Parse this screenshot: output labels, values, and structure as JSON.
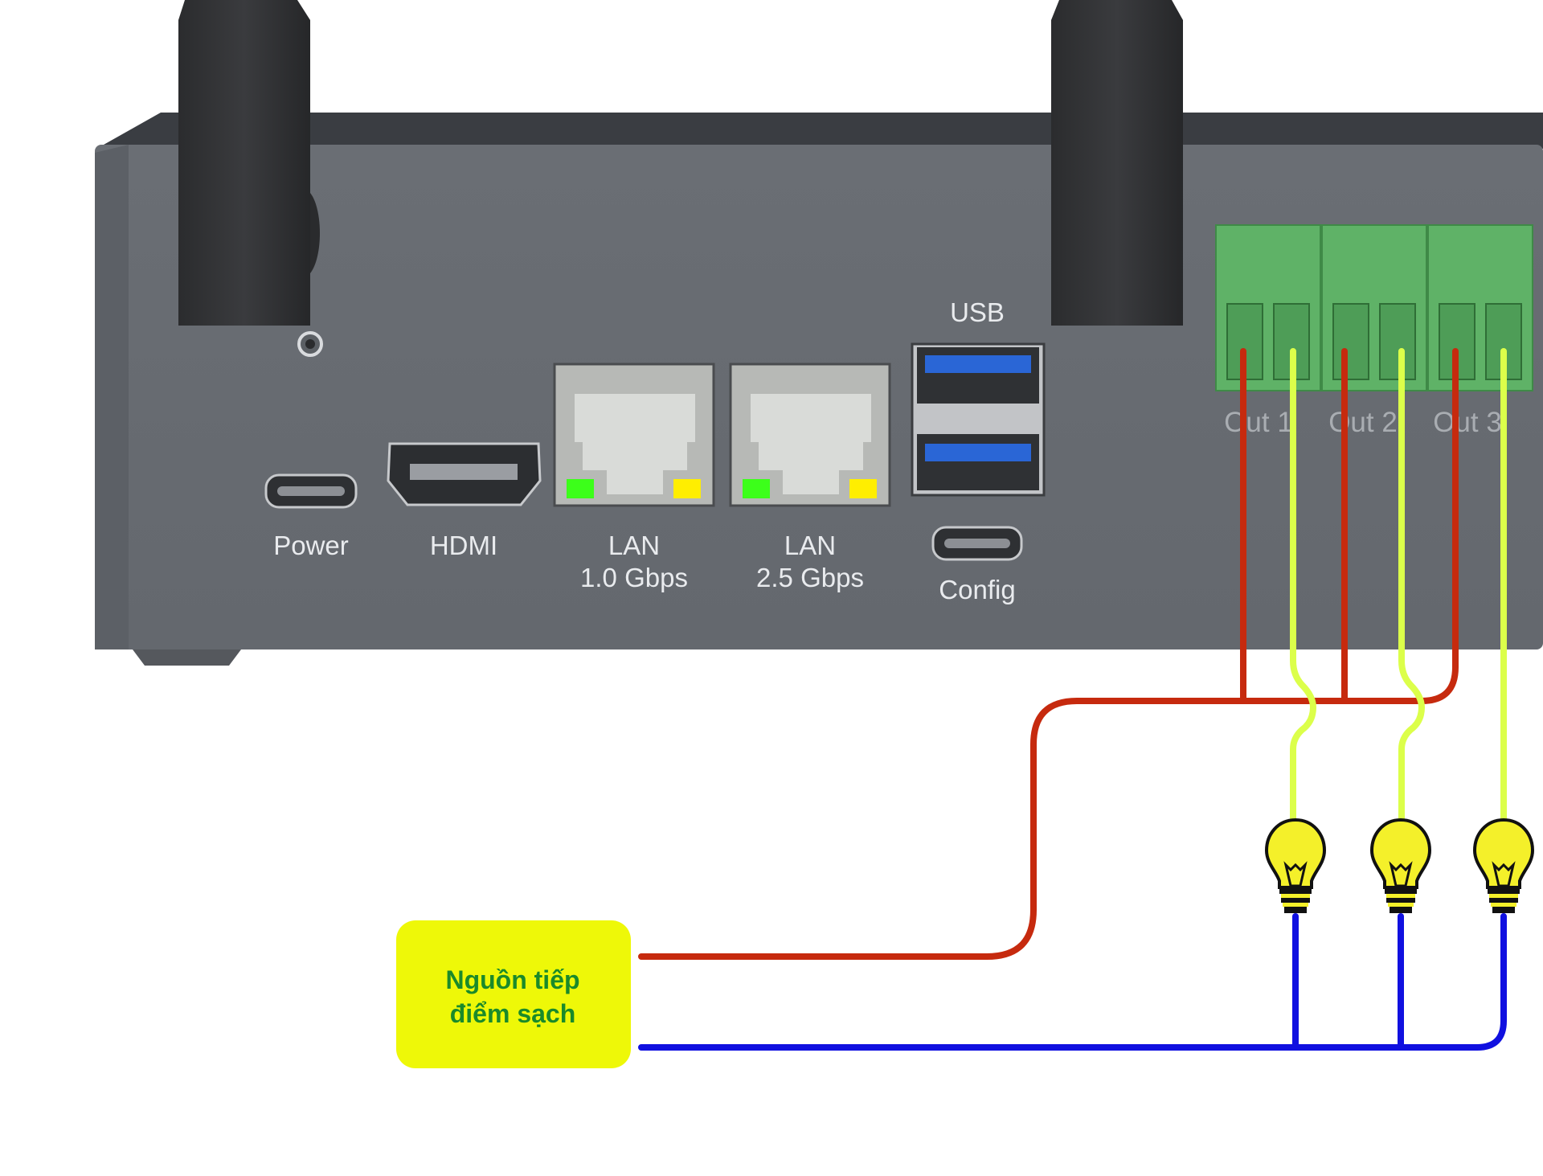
{
  "device": {
    "ports": {
      "power": "Power",
      "hdmi": "HDMI",
      "lan1_line1": "LAN",
      "lan1_line2": "1.0 Gbps",
      "lan2_line1": "LAN",
      "lan2_line2": "2.5 Gbps",
      "usb": "USB",
      "config": "Config"
    },
    "outputs": [
      "Out 1",
      "Out 2",
      "Out 3"
    ]
  },
  "source": {
    "line1": "Nguồn tiếp",
    "line2": "điểm sạch"
  },
  "colors": {
    "device_body": "#6b6f75",
    "terminal_block": "#5fb267",
    "common_wire": "#c62a0e",
    "output_wire": "#dcff4a",
    "return_wire": "#1010e0",
    "source_box": "#eef808",
    "bulb": "#f4f02a"
  },
  "icons": [
    "antenna-icon",
    "usb-c-icon",
    "hdmi-icon",
    "rj45-icon",
    "usb-a-icon",
    "light-bulb-icon"
  ]
}
